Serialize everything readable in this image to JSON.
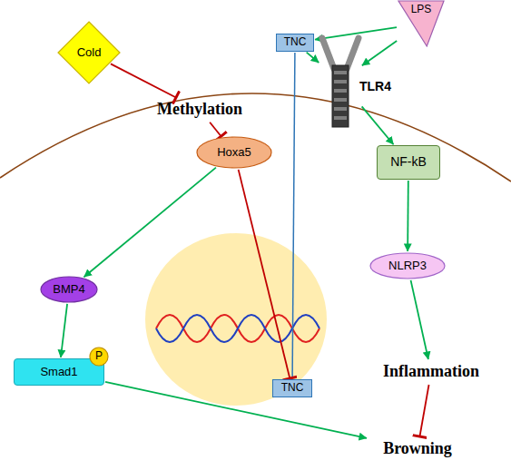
{
  "diagram": {
    "nodes": [
      {
        "text": [
          "Cold"
        ]
      },
      {
        "text": [
          "TNC"
        ]
      },
      {
        "text": [
          "LPS"
        ]
      },
      {
        "text": [
          "TLR4"
        ]
      },
      {
        "text": [
          "Methylation"
        ]
      },
      {
        "text": [
          "Hoxa5"
        ]
      },
      {
        "text": [
          "NF-kB"
        ]
      },
      {
        "text": [
          "NLRP3"
        ]
      },
      {
        "text": [
          "BMP4"
        ]
      },
      {
        "text": [
          "Smad1"
        ]
      },
      {
        "text": [
          "P"
        ],
        "in": 9
      },
      {
        "text": [
          "TNC"
        ]
      },
      {
        "text": [
          "Inflammation"
        ]
      },
      {
        "text": [
          "Browning"
        ]
      }
    ],
    "edges": [
      {
        "from": 0,
        "to": 4,
        "arrow": "to"
      },
      {
        "from": 4,
        "to": 5,
        "arrow": "to"
      },
      {
        "from": 2,
        "to": 1,
        "arrow": "to"
      },
      {
        "from": 2,
        "to": 3,
        "arrow": "to"
      },
      {
        "from": 1,
        "to": 3,
        "arrow": "to"
      },
      {
        "from": 1,
        "to": 11,
        "arrow": "none"
      },
      {
        "from": 5,
        "to": 8,
        "arrow": "to"
      },
      {
        "from": 5,
        "to": 11,
        "arrow": "to"
      },
      {
        "from": 3,
        "to": 6,
        "arrow": "to"
      },
      {
        "from": 6,
        "to": 7,
        "arrow": "to"
      },
      {
        "from": 7,
        "to": 12,
        "arrow": "to"
      },
      {
        "from": 12,
        "to": 13,
        "arrow": "to"
      },
      {
        "from": 8,
        "to": 9,
        "arrow": "to"
      },
      {
        "from": 9,
        "to": 13,
        "arrow": "to"
      }
    ]
  }
}
